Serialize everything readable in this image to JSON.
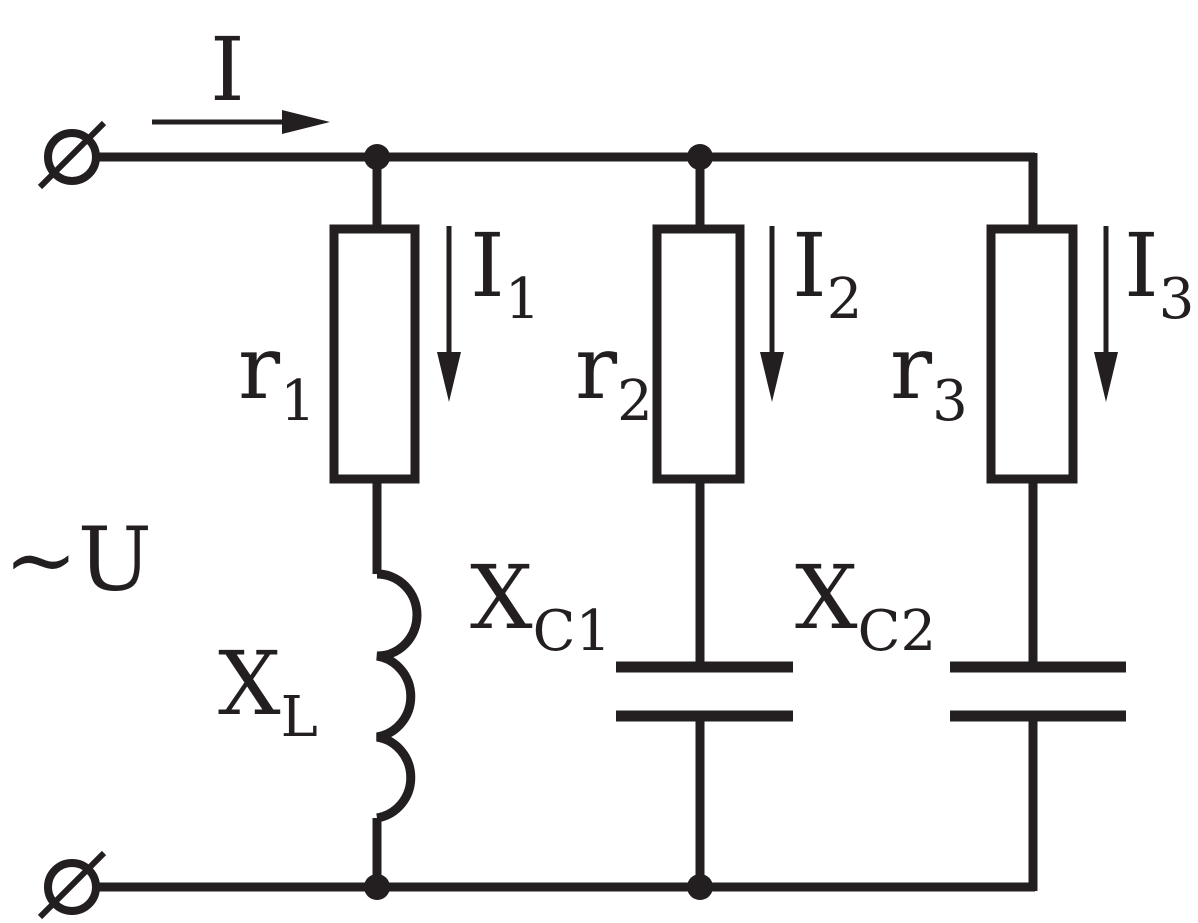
{
  "diagram": {
    "source_label": "~U",
    "total_current": "I",
    "branches": [
      {
        "current": {
          "base": "I",
          "sub": "1"
        },
        "resistor": {
          "base": "r",
          "sub": "1"
        },
        "reactance": {
          "base": "X",
          "sub": "L"
        },
        "reactance_type": "inductor"
      },
      {
        "current": {
          "base": "I",
          "sub": "2"
        },
        "resistor": {
          "base": "r",
          "sub": "2"
        },
        "reactance": {
          "base": "X",
          "sub": "C1"
        },
        "reactance_type": "capacitor"
      },
      {
        "current": {
          "base": "I",
          "sub": "3"
        },
        "resistor": {
          "base": "r",
          "sub": "3"
        },
        "reactance": {
          "base": "X",
          "sub": "C2"
        },
        "reactance_type": "capacitor"
      }
    ],
    "colors": {
      "ink": "#231f20",
      "background": "#ffffff"
    }
  }
}
